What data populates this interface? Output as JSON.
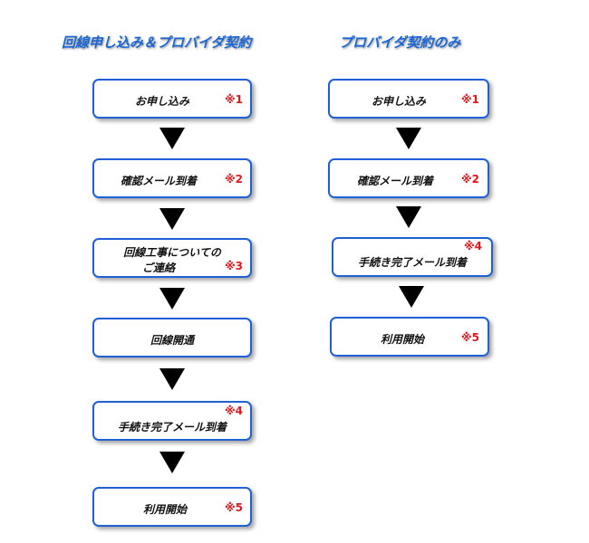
{
  "left": {
    "title": "回線申し込み＆プロバイダ契約",
    "steps": [
      {
        "label": "お申し込み",
        "note": "※1"
      },
      {
        "label": "確認メール到着",
        "note": "※2"
      },
      {
        "label_line1": "回線工事についての",
        "label_line2": "ご連絡",
        "note": "※3"
      },
      {
        "label": "回線開通"
      },
      {
        "label": "手続き完了メール到着",
        "note": "※4"
      },
      {
        "label": "利用開始",
        "note": "※5"
      }
    ]
  },
  "right": {
    "title": "プロバイダ契約のみ",
    "steps": [
      {
        "label": "お申し込み",
        "note": "※1"
      },
      {
        "label": "確認メール到着",
        "note": "※2"
      },
      {
        "label": "手続き完了メール到着",
        "note": "※4"
      },
      {
        "label": "利用開始",
        "note": "※5"
      }
    ]
  },
  "colors": {
    "border": "#1f5fd8",
    "title": "#1a66d6",
    "note": "#e0181e",
    "arrow": "#000000"
  }
}
